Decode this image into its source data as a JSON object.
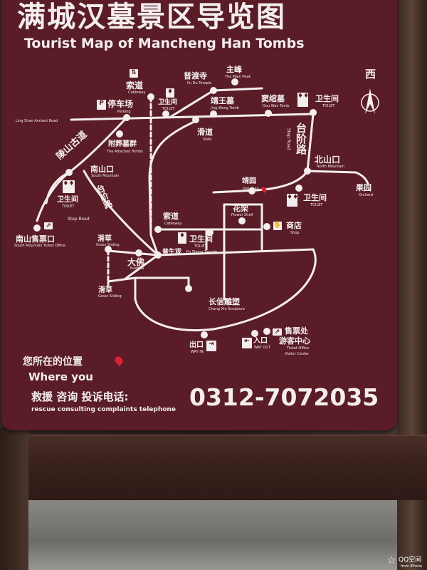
{
  "title_zh": "满城汉墓景区导览图",
  "title_en": "Tourist Map of Mancheng Han Tombs",
  "compass": "西",
  "places": {
    "cableway_top": {
      "zh": "索道",
      "en": "Cableway"
    },
    "parking": {
      "zh": "停车场",
      "en": "Parking",
      "icon": "P"
    },
    "toilet_top_left": {
      "zh": "卫生间",
      "en": "TOILET"
    },
    "pudu": {
      "zh": "普渡寺",
      "en": "Pu Du Temple"
    },
    "main_peak": {
      "zh": "主峰",
      "en": "The Main Peak"
    },
    "jingwang": {
      "zh": "靖王墓",
      "en": "Jing Wang Tomb"
    },
    "douwan": {
      "zh": "窦绾墓",
      "en": "Dou Wan Tomb"
    },
    "toilet_top_right": {
      "zh": "卫生间",
      "en": "TOILET"
    },
    "slide": {
      "zh": "滑道",
      "en": "Slide"
    },
    "step_road_right": {
      "zh": "台阶路",
      "en": "Step Road"
    },
    "north": {
      "zh": "北山口",
      "en": "North Mountain"
    },
    "orchard": {
      "zh": "果园",
      "en": "Orchard"
    },
    "jingyuan": {
      "zh": "靖园",
      "en": "Jing Yuan"
    },
    "toilet_right": {
      "zh": "卫生间",
      "en": "TOILET"
    },
    "flower": {
      "zh": "花架",
      "en": "Flower Shelf"
    },
    "shop": {
      "zh": "商店",
      "en": "Shop"
    },
    "attached": {
      "zh": "附葬墓群",
      "en": "The Attached Tombs"
    },
    "lingshan": {
      "zh": "陵山古道",
      "en": "Ling Shan Ancient Road"
    },
    "south": {
      "zh": "南山口",
      "en": "South Mountain"
    },
    "step_road_left": {
      "zh": "台阶路",
      "en": "Step Road"
    },
    "toilet_left": {
      "zh": "卫生间",
      "en": "TOILET"
    },
    "south_ticket": {
      "zh": "南山售票口",
      "en": "South Mountain Ticket Office"
    },
    "cableway_mid": {
      "zh": "索道",
      "en": "Cableway"
    },
    "toilet_mid": {
      "zh": "卫生间",
      "en": "TOILET"
    },
    "pusheng": {
      "zh": "普生观",
      "en": "Pu Sheng Temple"
    },
    "grass1": {
      "zh": "滑草",
      "en": "Grass Sliding"
    },
    "grass2": {
      "zh": "滑草",
      "en": "Grass Sliding"
    },
    "buddha": {
      "zh": "大佛",
      "en": "Buddha"
    },
    "changxin": {
      "zh": "长信雕塑",
      "en": "Chang Xin Sculpture"
    },
    "exit": {
      "zh": "出口",
      "en": "WAY IN"
    },
    "entrance": {
      "zh": "入口",
      "en": "WAY OUT"
    },
    "ticket": {
      "zh": "售票处",
      "zh2": "游客中心",
      "en": "Ticket Office",
      "en2": "Visitor Center"
    }
  },
  "you_are_here_zh": "您所在的位置",
  "you_are_here_en": "Where you",
  "phone_label_zh": "救援 咨询 投诉电话:",
  "phone_label_en": "rescue consulting complaints telephone",
  "phone": "0312-7072035",
  "watermark": "QQ空间",
  "watermark_sub": "from iPhone",
  "colors": {
    "board": "#5a1c26",
    "marker": "#e02030"
  }
}
